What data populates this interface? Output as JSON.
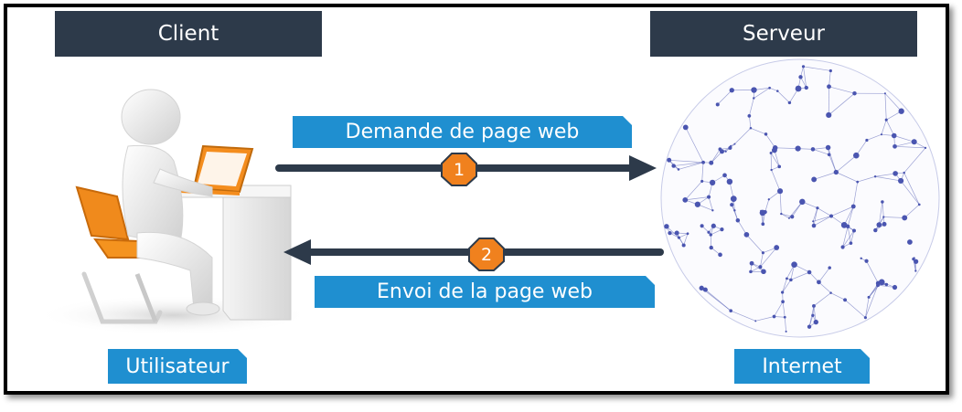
{
  "header": {
    "client": "Client",
    "server": "Serveur"
  },
  "request": {
    "label": "Demande de page web",
    "step": "1"
  },
  "response": {
    "label": "Envoi de la page web",
    "step": "2"
  },
  "footer": {
    "user": "Utilisateur",
    "internet": "Internet"
  },
  "colors": {
    "header_bg": "#2d3a4a",
    "label_bg": "#1f8fd0",
    "arrow": "#2d3a4a",
    "badge": "#f0811e",
    "network": "#4a55b0"
  },
  "icons": {
    "user": "person-at-desk-icon",
    "network": "globe-network-icon"
  }
}
